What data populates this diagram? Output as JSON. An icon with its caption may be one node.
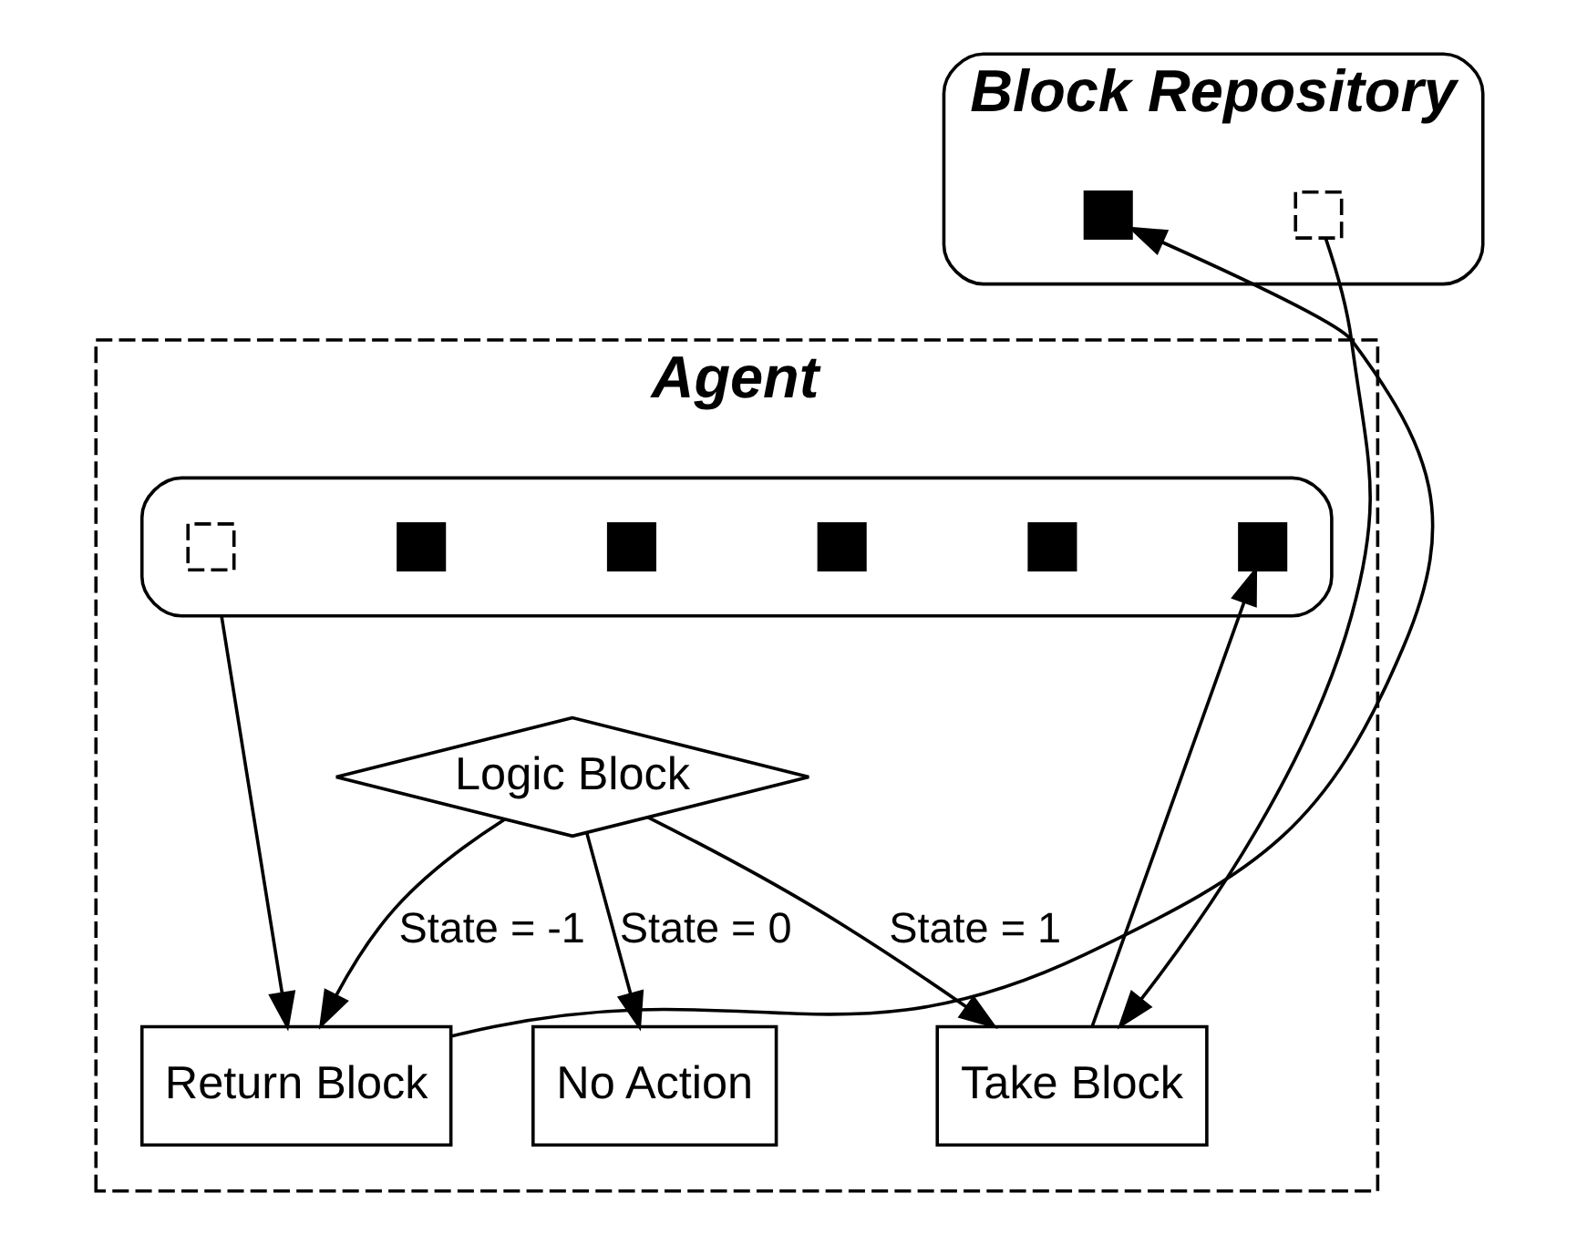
{
  "diagram": {
    "nodes": [
      {
        "text": [
          "Block Repository"
        ]
      },
      {
        "text": [],
        "shape": "box",
        "in": 0
      },
      {
        "text": [],
        "shape": "box",
        "in": 0
      },
      {
        "text": [
          "Agent"
        ]
      },
      {
        "text": [],
        "shape": "box",
        "in": 3
      },
      {
        "text": [],
        "shape": "box",
        "in": 4
      },
      {
        "text": [],
        "shape": "box",
        "in": 4
      },
      {
        "text": [],
        "shape": "box",
        "in": 4
      },
      {
        "text": [],
        "shape": "box",
        "in": 4
      },
      {
        "text": [],
        "shape": "box",
        "in": 4
      },
      {
        "text": [],
        "shape": "box",
        "in": 4
      },
      {
        "text": [
          "Logic Block"
        ],
        "in": 3
      },
      {
        "text": [
          "Return Block"
        ],
        "in": 3
      },
      {
        "text": [
          "Take Block"
        ],
        "in": 3
      },
      {
        "text": [
          "No Action"
        ],
        "in": 3
      }
    ],
    "edges": [
      {
        "from": 2,
        "to": 13,
        "arrow": "to"
      },
      {
        "from": 4,
        "to": 12,
        "arrow": "to"
      },
      {
        "from": 11,
        "to": 12,
        "arrow": "to",
        "label": "State = -1"
      },
      {
        "from": 11,
        "to": 13,
        "arrow": "to",
        "label": "State = 1"
      },
      {
        "from": 11,
        "to": 14,
        "arrow": "to",
        "label": "State = 0"
      },
      {
        "from": 13,
        "to": 10,
        "arrow": "to"
      },
      {
        "from": 12,
        "to": 1,
        "arrow": "to"
      }
    ]
  }
}
